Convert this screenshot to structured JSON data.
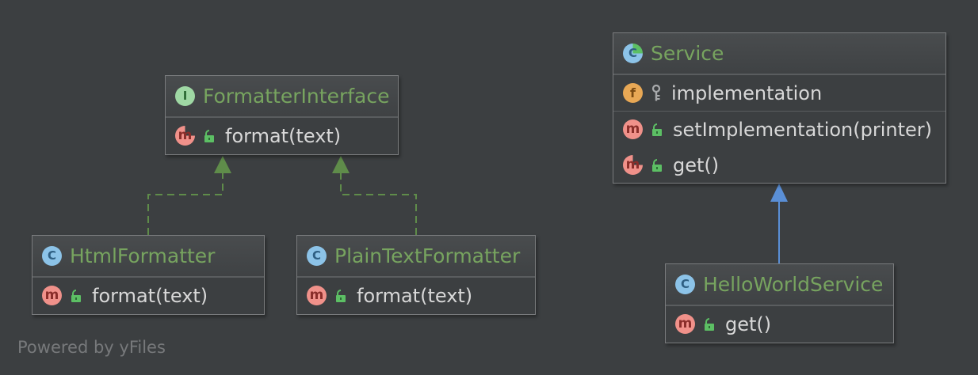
{
  "nodes": {
    "formatter_interface": {
      "kind": "interface",
      "title": "FormatterInterface",
      "methods": [
        {
          "name": "format(text)",
          "abstract": true
        }
      ]
    },
    "html_formatter": {
      "kind": "class",
      "title": "HtmlFormatter",
      "methods": [
        {
          "name": "format(text)"
        }
      ]
    },
    "plain_text_formatter": {
      "kind": "class",
      "title": "PlainTextFormatter",
      "methods": [
        {
          "name": "format(text)"
        }
      ]
    },
    "service": {
      "kind": "abstract-class",
      "title": "Service",
      "fields": [
        {
          "name": "implementation"
        }
      ],
      "methods": [
        {
          "name": "setImplementation(printer)"
        },
        {
          "name": "get()",
          "abstract": true
        }
      ]
    },
    "hello_world_service": {
      "kind": "class",
      "title": "HelloWorldService",
      "methods": [
        {
          "name": "get()"
        }
      ]
    }
  },
  "badges": {
    "class": "C",
    "interface": "I",
    "method": "m",
    "field": "f"
  },
  "edges": [
    {
      "from": "html_formatter",
      "to": "formatter_interface",
      "type": "implements",
      "color": "#5f8c4a"
    },
    {
      "from": "plain_text_formatter",
      "to": "formatter_interface",
      "type": "implements",
      "color": "#5f8c4a"
    },
    {
      "from": "hello_world_service",
      "to": "service",
      "type": "extends",
      "color": "#5a8fd6"
    }
  ],
  "colors": {
    "background": "#3c3f41",
    "title": "#77a45f",
    "text": "#d8d8d8",
    "border": "#7a7c7e"
  },
  "footer": "Powered by yFiles"
}
